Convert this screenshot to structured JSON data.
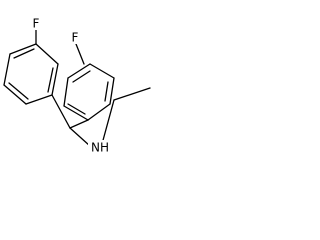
{
  "molecule": {
    "atoms": [
      {
        "id": "F1",
        "element": "F",
        "label": "F"
      },
      {
        "id": "F2",
        "element": "F",
        "label": "F"
      },
      {
        "id": "N1",
        "element": "N",
        "label": "NH"
      }
    ]
  }
}
